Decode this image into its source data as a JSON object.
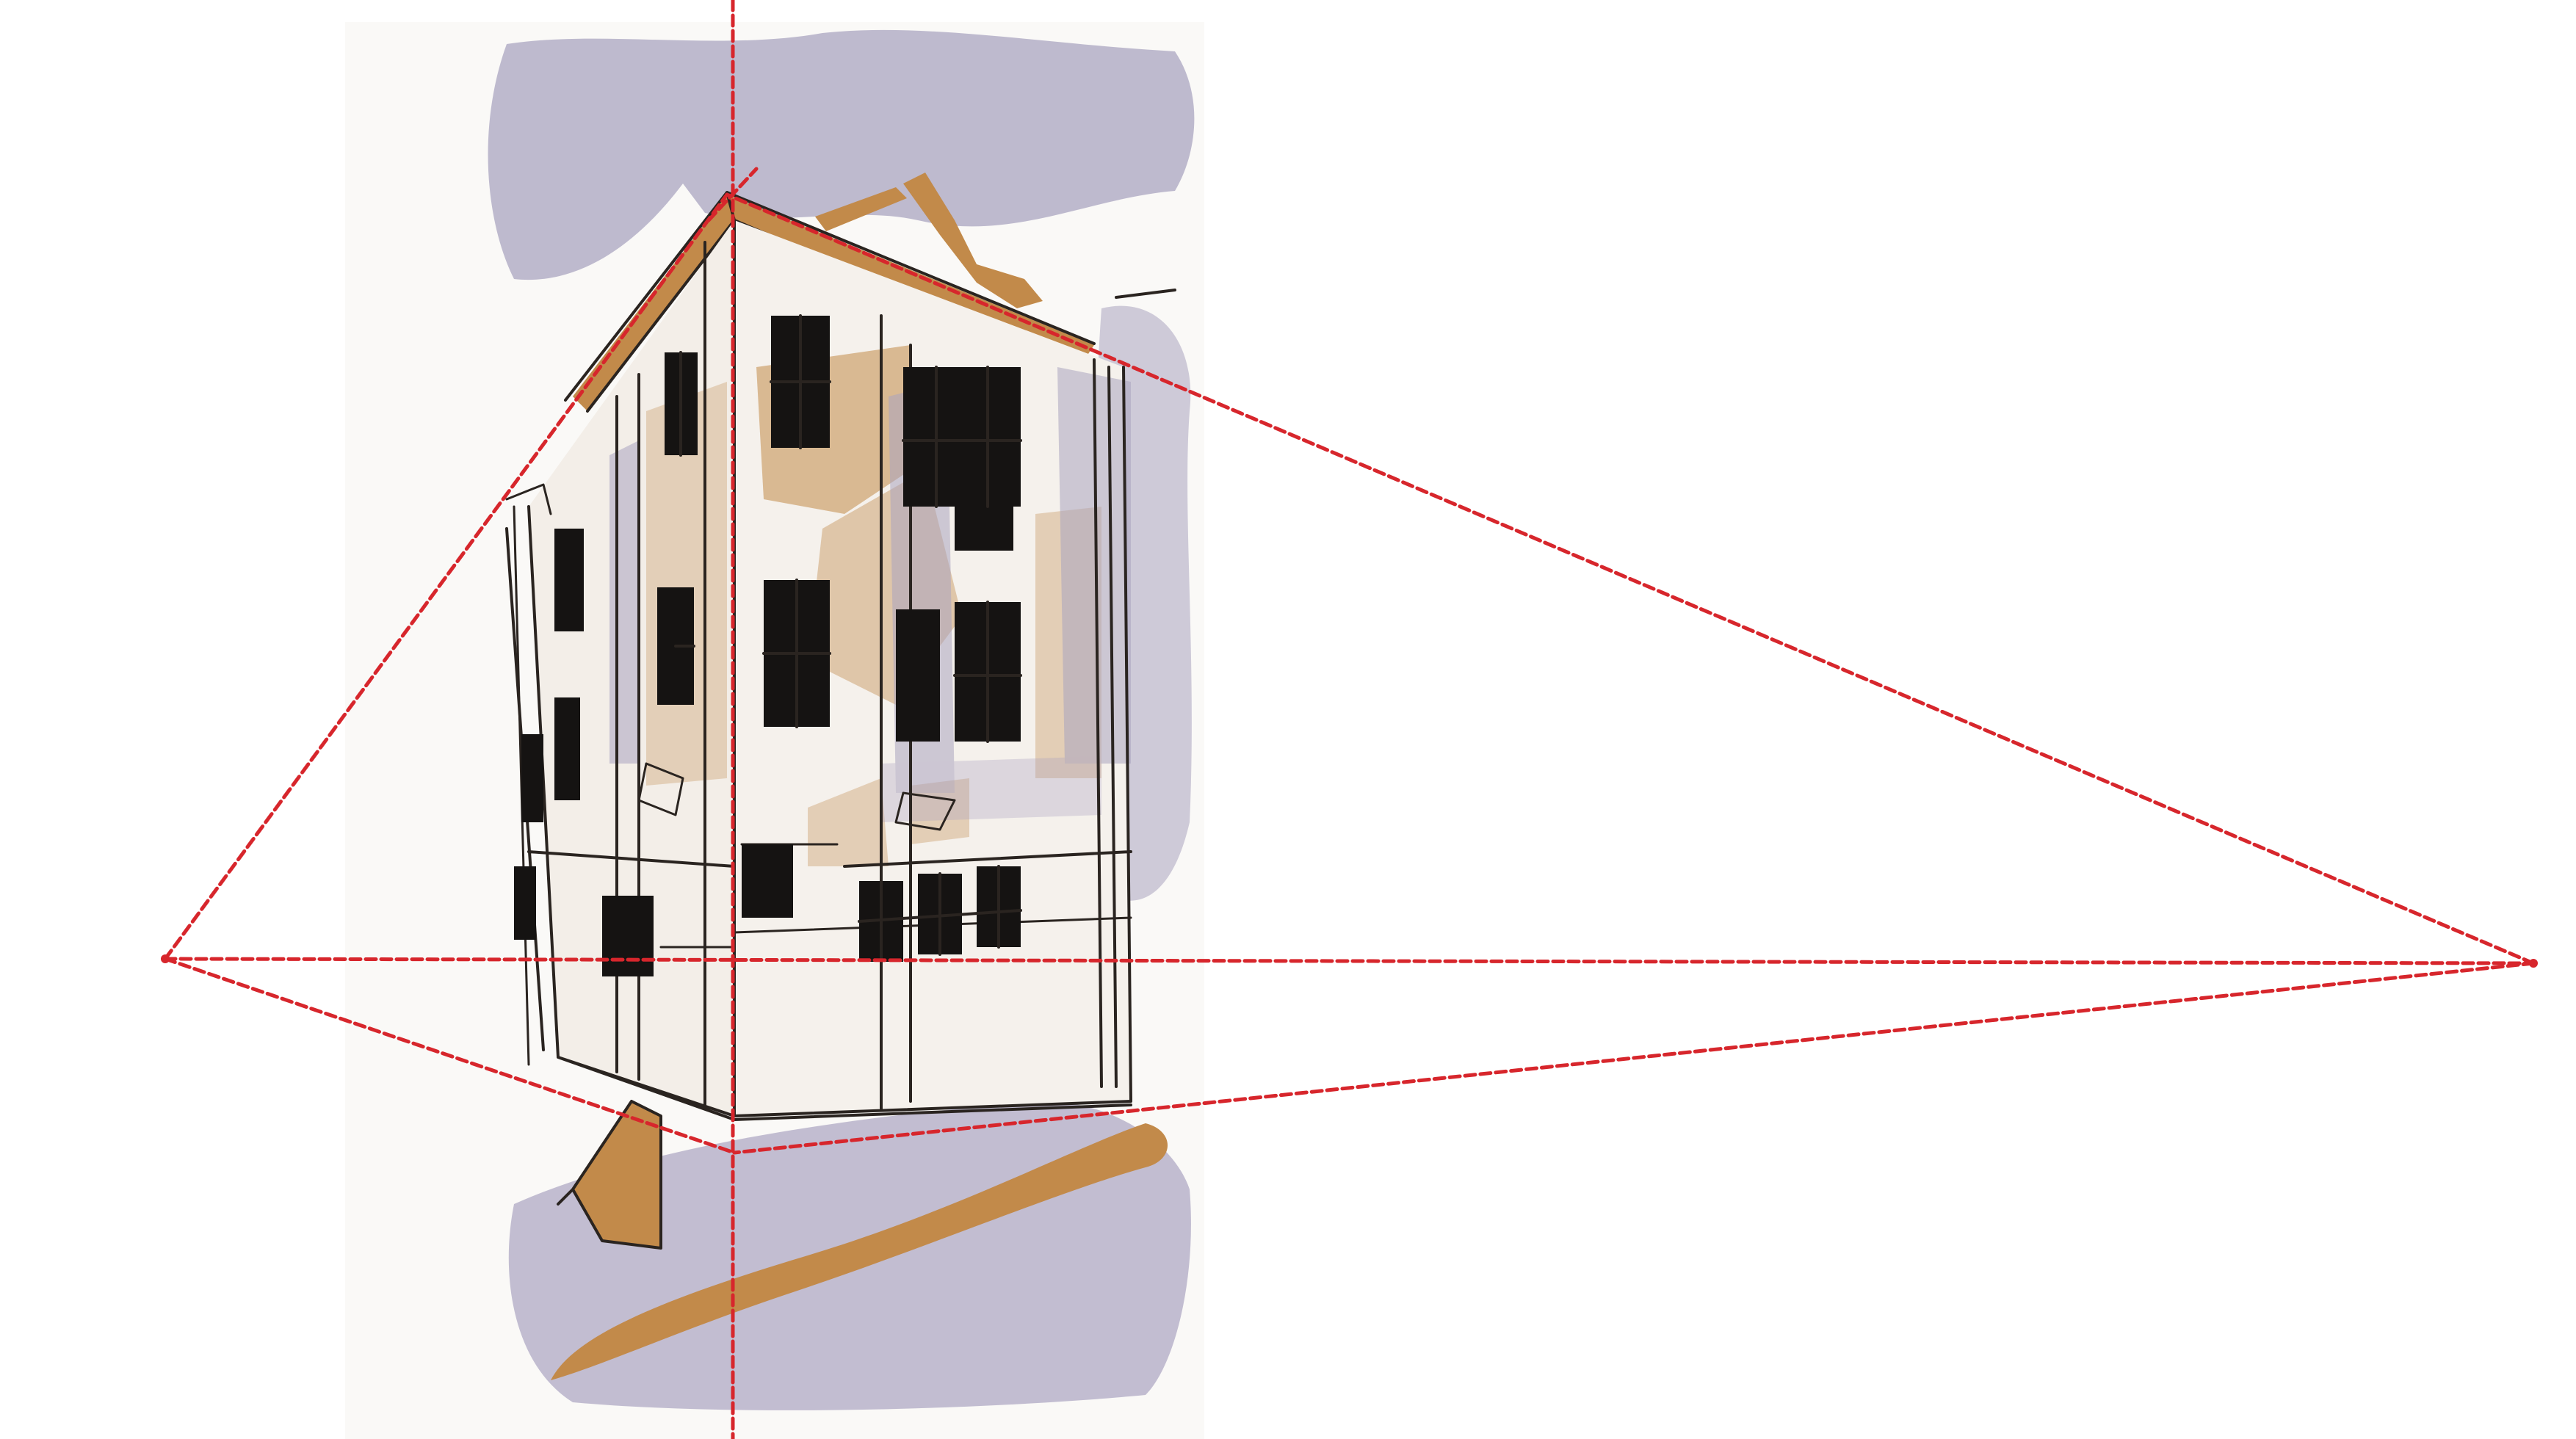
{
  "colors": {
    "guide_lines": "#d7262c",
    "ink": "#2a2420",
    "sepia_wash": "#c28a4a",
    "sky_wash": "#aaa4c0",
    "window_fill": "#151312",
    "paper": "#faf9f7"
  },
  "artwork": {
    "subject": "corner-building-sketch",
    "style": "ink-and-watercolor"
  },
  "perspective": {
    "kind": "two-point",
    "has_horizon_line": true,
    "has_vertical_guide": true,
    "vanishing_points": [
      "left",
      "right"
    ]
  }
}
